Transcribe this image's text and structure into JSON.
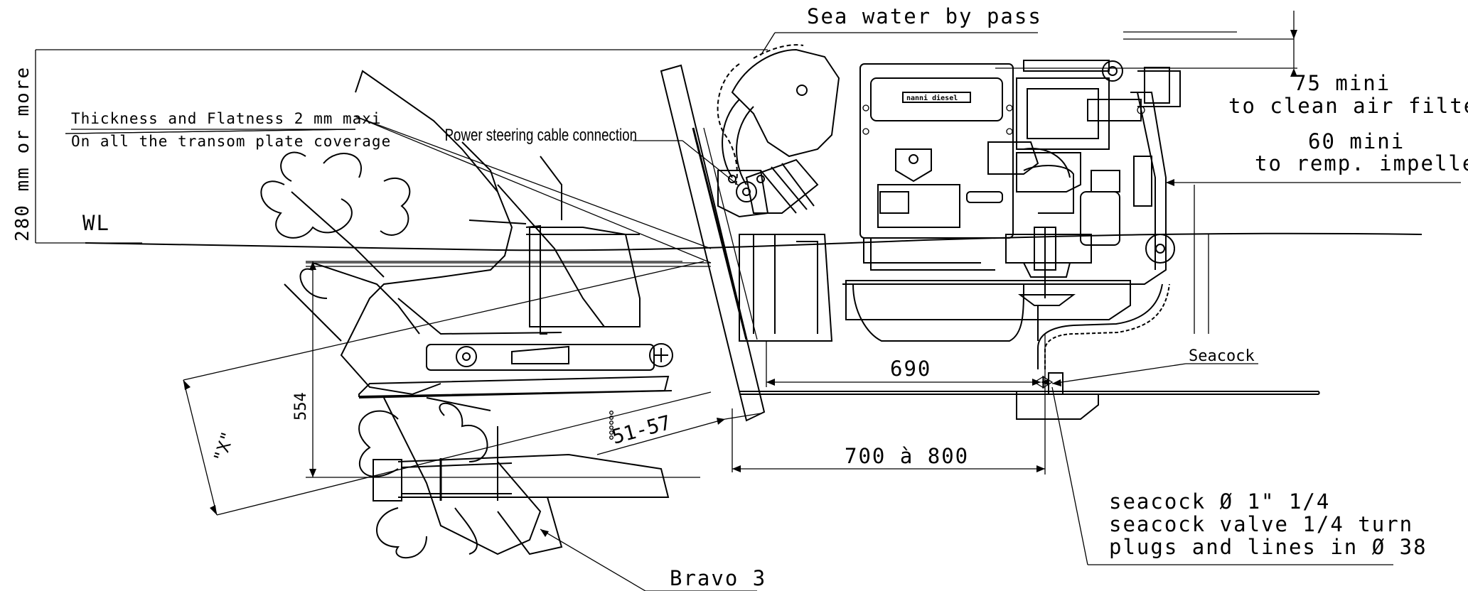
{
  "labels": {
    "sea_water_bypass": "Sea water by pass",
    "clearance_air_value": "75 mini",
    "clearance_air_text": "to clean air filter",
    "clearance_impeller_value": "60 mini",
    "clearance_impeller_text": "to remp. impeller",
    "thickness_note": "Thickness and Flatness 2 mm maxi",
    "transom_note": "On all the transom plate coverage",
    "power_steering": "Power steering cable connection",
    "height_note": "280 mm or more",
    "waterline": "WL",
    "logo": "nanni diesel",
    "dim_554": "554",
    "dim_x": "\"X\"",
    "dim_51_57": "51-57",
    "dim_690": "690",
    "dim_700_800": "700 à 800",
    "seacock": "Seacock",
    "seacock_line1": "seacock Ø 1\" 1/4",
    "seacock_line2": "seacock valve 1/4 turn",
    "seacock_line3": "plugs and lines in Ø 38",
    "drive_model": "Bravo 3"
  }
}
